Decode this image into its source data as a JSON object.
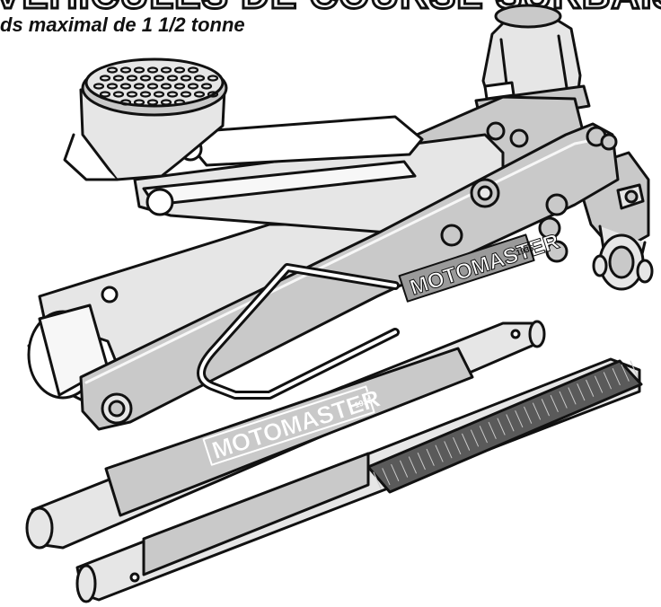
{
  "header": {
    "title": "VÉHICULES DE COURSE SURBAISSÉS",
    "subtitle": "ds maximal de 1 1/2 tonne"
  },
  "branding": {
    "jack_logo": "MOTOMASTER",
    "jack_logo_year": "1935",
    "handle_logo": "MOTOMASTER",
    "handle_logo_year": "1935"
  },
  "colors": {
    "ink": "#111111",
    "body_fill": "#c9c9c9",
    "frame_fill": "#e6e6e6",
    "highlight": "#f7f7f7",
    "paper": "#ffffff"
  }
}
